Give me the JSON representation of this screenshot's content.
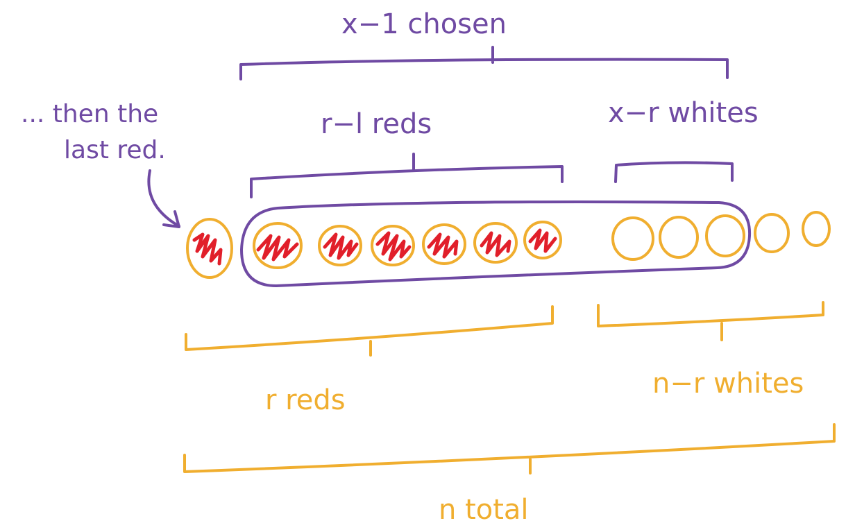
{
  "colors": {
    "purple": "#6f4aa3",
    "orange": "#f0ae2f",
    "red": "#e11f2a",
    "background": "#ffffff"
  },
  "labels": {
    "chosen": "x−1 chosen",
    "red_minus_one": "r−l reds",
    "x_minus_r_whites": "x−r whites",
    "then_line1": "... then the",
    "then_line2": "last red.",
    "r_reds": "r   reds",
    "n_minus_r_whites": "n−r whites",
    "n_total": "n  total"
  },
  "balls": {
    "last_red": 1,
    "reds_in_group": 6,
    "whites_in_group": 3,
    "whites_outside": 2
  }
}
